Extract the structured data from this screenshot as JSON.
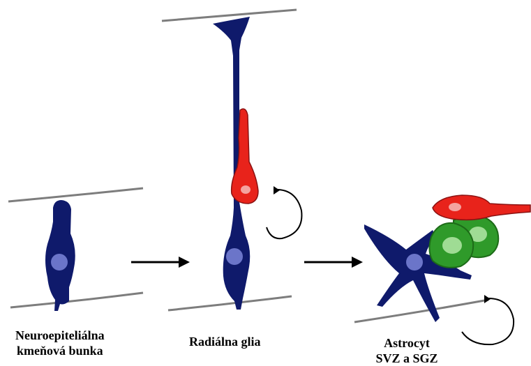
{
  "stages": [
    {
      "label_lines": [
        "Neuroepiteliálna",
        "kmeňová bunka"
      ]
    },
    {
      "label_lines": [
        "Radiálna glia"
      ]
    },
    {
      "label_lines": [
        "Astrocyt",
        "SVZ a SGZ"
      ]
    }
  ],
  "colors": {
    "stem_cell": "#0f1a6b",
    "nucleus": "#6b75c9",
    "progenitor": "#e8231b",
    "progenitor_nucleus": "#f4a3a0",
    "neuroblast": "#2f9a2a",
    "neuroblast_light": "#9fdc94",
    "surface_line": "#7d7d7d",
    "arrow": "#000000"
  }
}
